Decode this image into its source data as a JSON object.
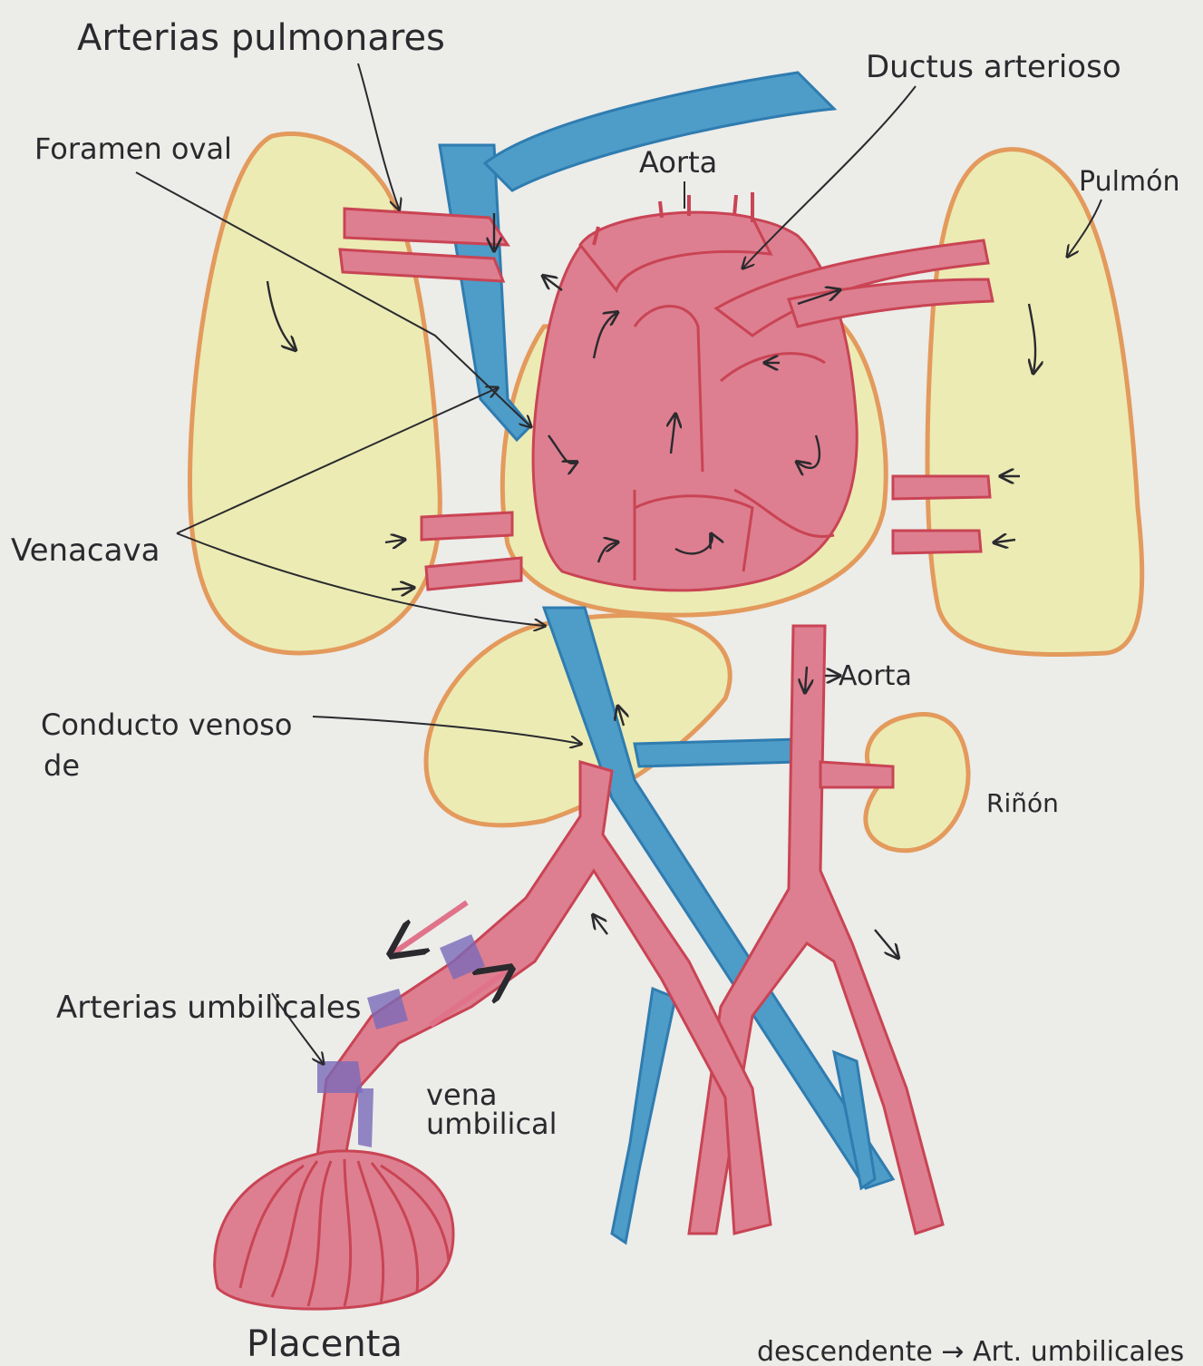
{
  "labels": {
    "arterias_pulmonares": "Arterias pulmonares",
    "ductus_arterioso": "Ductus arterioso",
    "foramen_oval": "Foramen oval",
    "aorta_top": "Aorta",
    "pulmon": "Pulmón",
    "venacava": "Venacava",
    "aorta_desc": "Aorta",
    "conducto_venoso_line1": "Conducto venoso",
    "conducto_venoso_line2": "de",
    "rinon": "Riñón",
    "arterias_umbilicales": "Arterias umbilicales",
    "vena_umbilical_line1": "vena",
    "vena_umbilical_line2": "umbilical",
    "placenta": "Placenta",
    "bottom_note": "descendente → Art. umbilicales"
  },
  "colors": {
    "paper": "#ecece9",
    "lung_fill": "#ecebb4",
    "lung_outline": "#e39a5c",
    "artery": "#dd7f90",
    "artery_edge": "#c94454",
    "vein": "#4e9cc8",
    "vein_edge": "#2f7cb0",
    "ink": "#2a2a2e",
    "liver_fill": "#ecebb4",
    "umbilical_band": "#7a6ab8"
  }
}
